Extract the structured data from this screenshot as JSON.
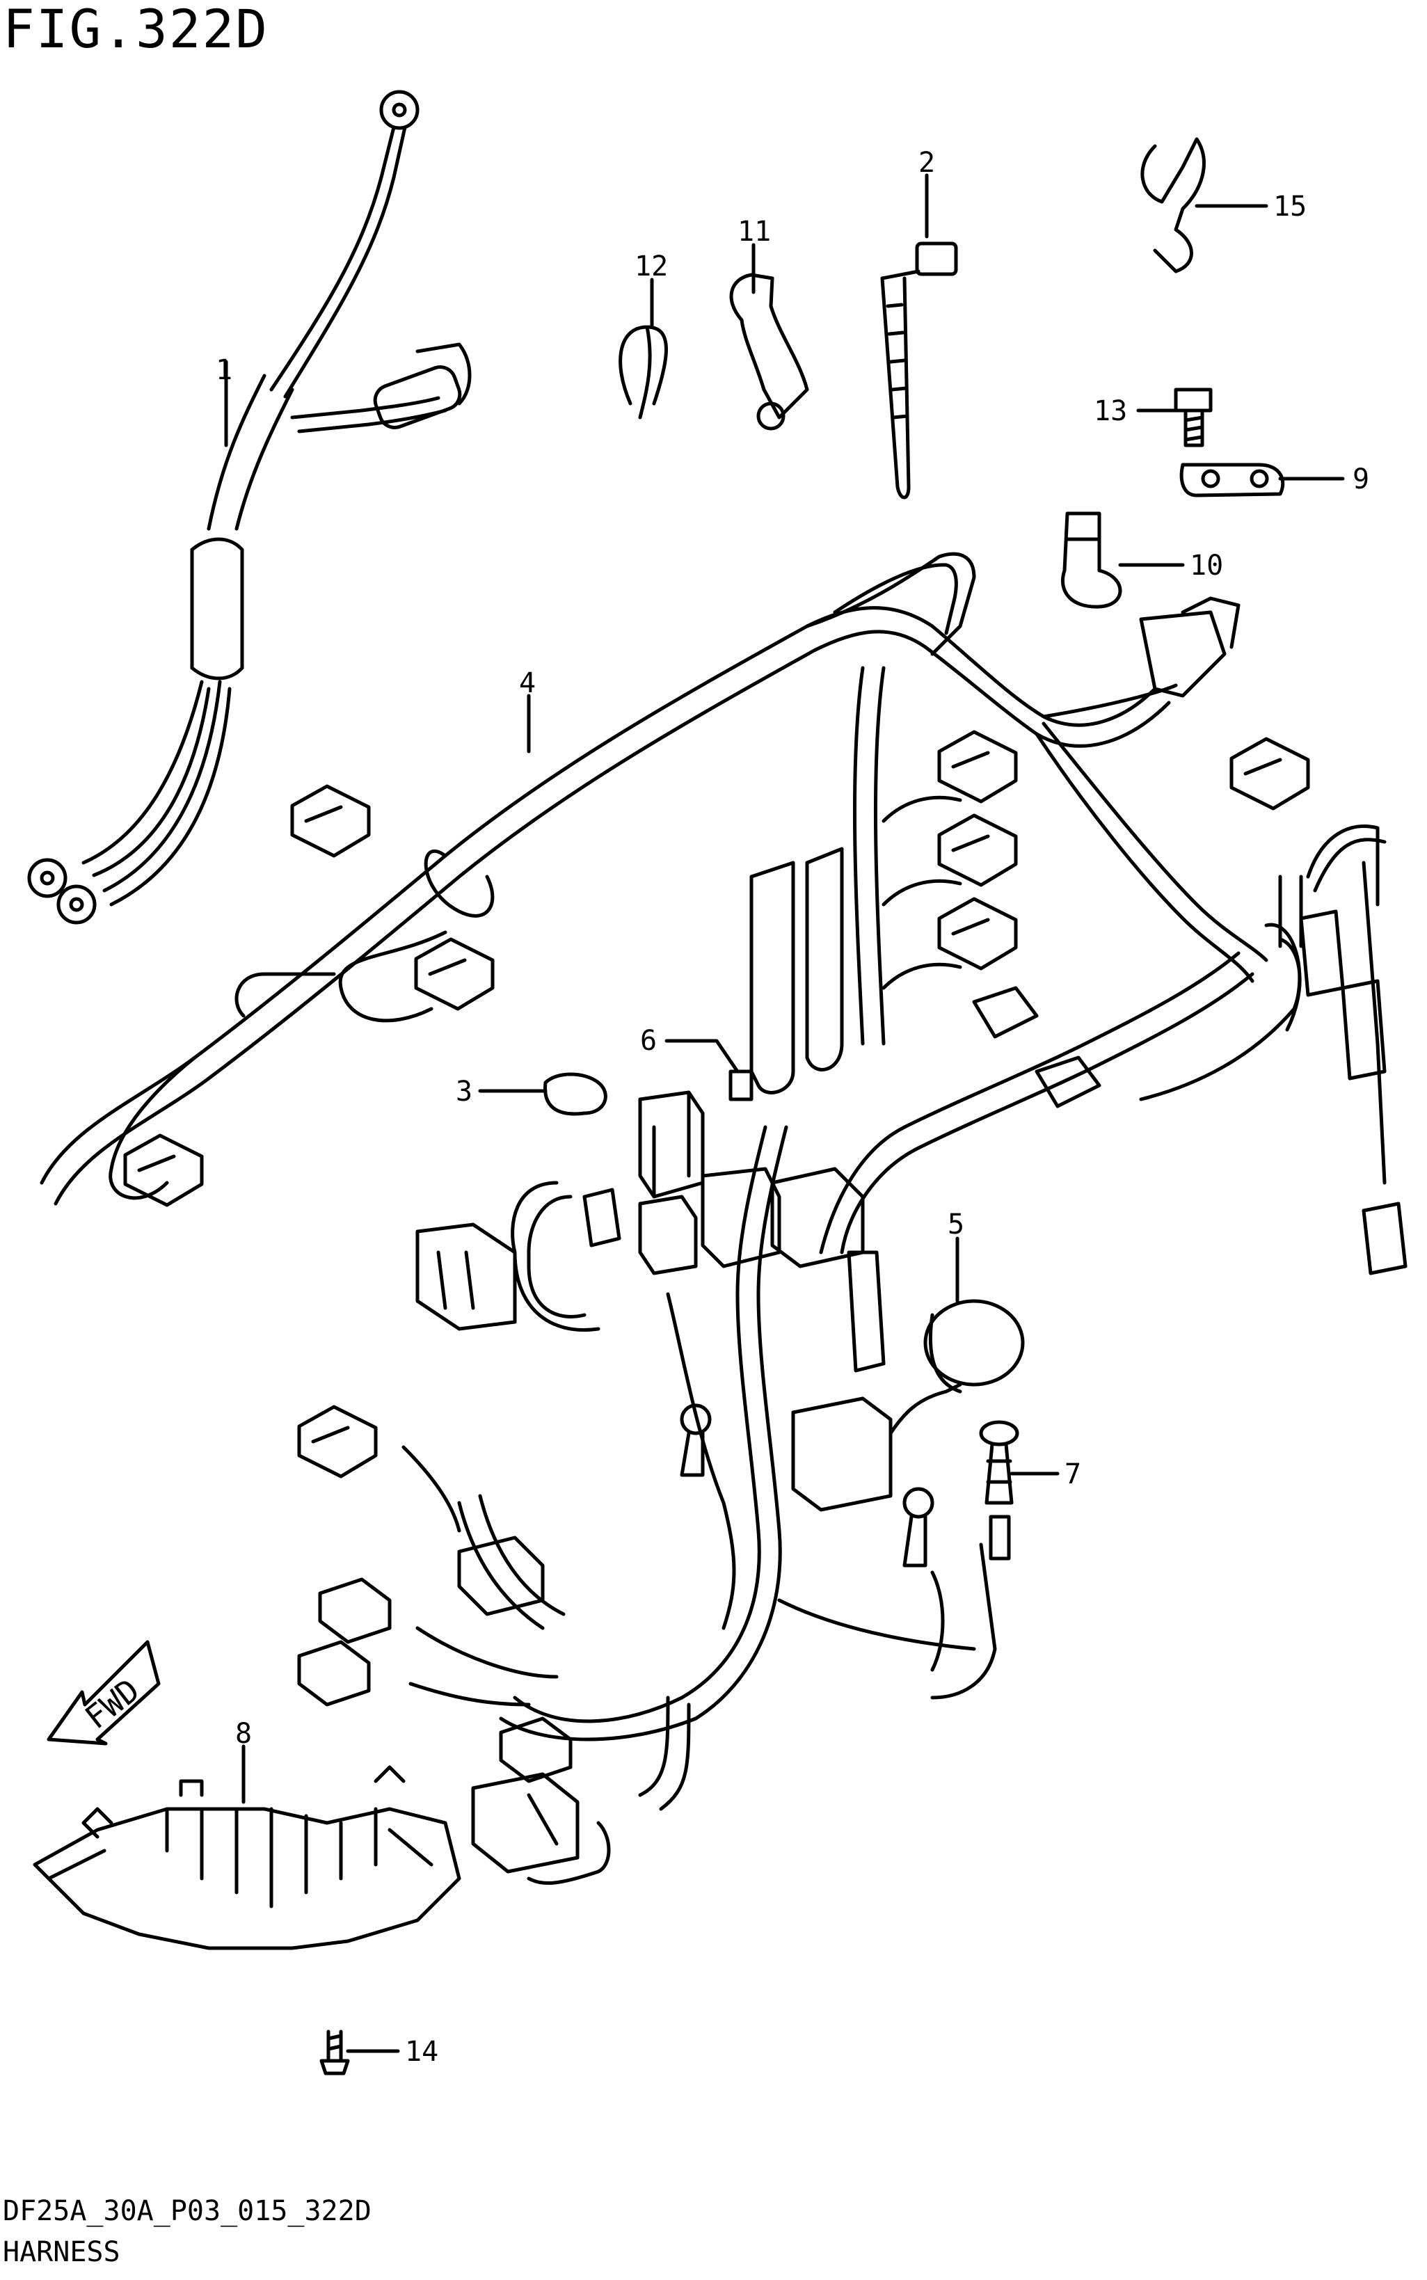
{
  "figure": {
    "title": "FIG.322D",
    "code": "DF25A_30A_P03_015_322D",
    "name": "HARNESS"
  },
  "direction_arrow": {
    "label": "FWD"
  },
  "callouts": [
    "1",
    "2",
    "3",
    "4",
    "5",
    "6",
    "7",
    "8",
    "9",
    "10",
    "11",
    "12",
    "13",
    "14",
    "15"
  ],
  "colors": {
    "line": "#000000",
    "background": "#ffffff"
  }
}
